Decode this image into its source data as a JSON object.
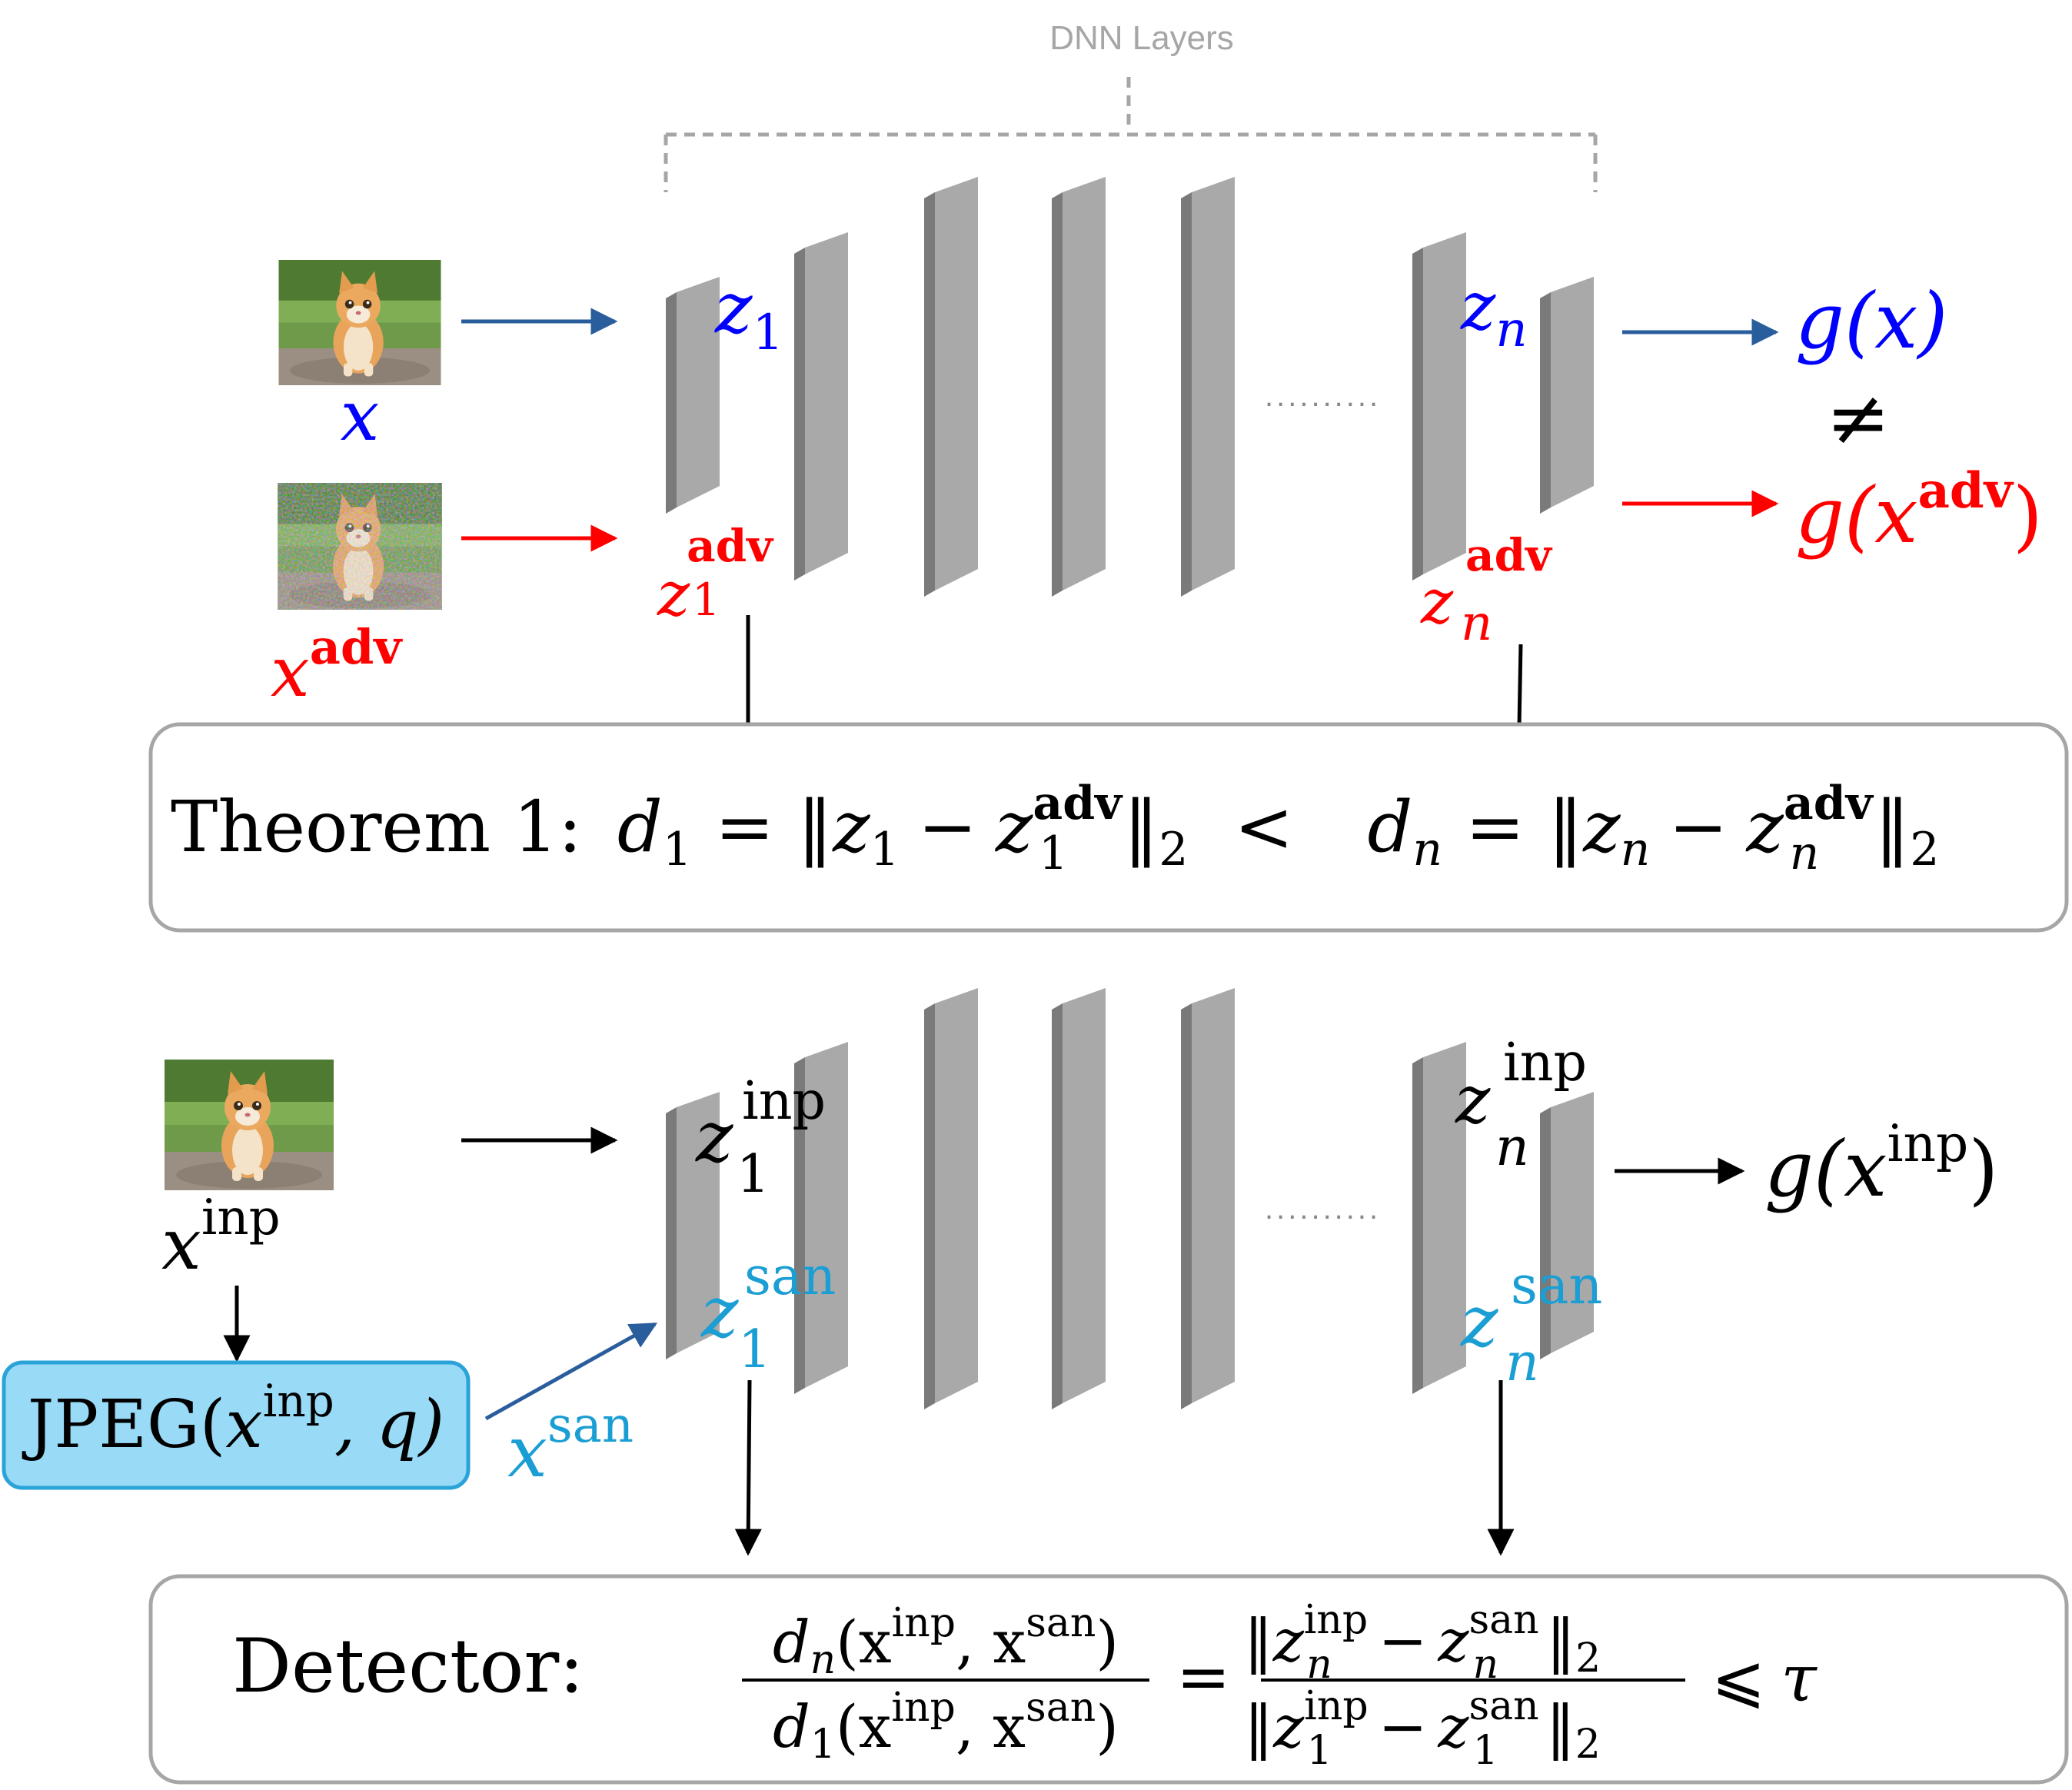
{
  "header": {
    "title": "DNN Layers"
  },
  "colors": {
    "blue": "#0000ff",
    "red": "#ff0000",
    "cyan": "#1a9ed4",
    "black": "#000000",
    "layer_front": "#a9a9a9",
    "layer_side": "#7a7a7a",
    "bracket": "#a6a6a6",
    "jpeg_fill": "#99daf6",
    "jpeg_stroke": "#2aa3d8",
    "arrow_blue": "#2a5d9c",
    "box_stroke": "#a6a6a6"
  },
  "icons": {
    "clean_image": "kitten-photo",
    "adv_image": "noisy-kitten-photo",
    "input_image": "kitten-photo"
  },
  "top": {
    "x_label": "x",
    "xadv_base": "x",
    "xadv_sup": "adv",
    "z1_base": "z",
    "z1_sub": "1",
    "zn_base": "z",
    "zn_sub": "n",
    "z1adv_sup": "adv",
    "znadv_sup": "adv",
    "dots": "..........",
    "gx": "g(x)",
    "neq": "≠",
    "gxadv_pre": "g(x",
    "gxadv_sup": "adv",
    "gxadv_post": ")"
  },
  "theorem": {
    "label": "Theorem 1:",
    "d1": "d",
    "d1_sub": "1",
    "eq": "=",
    "norm_open": "‖",
    "z": "z",
    "minus": "−",
    "adv": "adv",
    "norm_close": "‖",
    "two": "2",
    "lt": "<",
    "dn": "d",
    "n": "n",
    "one": "1"
  },
  "bottom": {
    "xinp_base": "x",
    "xinp_sup": "inp",
    "z1inp_sup": "inp",
    "zninp_sup": "inp",
    "z1san_sup": "san",
    "znsan_sup": "san",
    "xsan_base": "x",
    "xsan_sup": "san",
    "jpeg_pre": "JPEG(",
    "jpeg_x": "x",
    "jpeg_sup": "inp",
    "jpeg_post": ", q)",
    "ginp_pre": "g(x",
    "ginp_sup": "inp",
    "ginp_post": ")",
    "dots": ".........."
  },
  "detector": {
    "label": "Detector:",
    "num_left": "d",
    "num_left_sub": "n",
    "den_left": "d",
    "den_left_sub": "1",
    "args_pre": "(x",
    "inp": "inp",
    "comma": ", x",
    "san": "san",
    "args_post": ")",
    "eq": "=",
    "z": "z",
    "n": "n",
    "one": "1",
    "minus": "−",
    "two": "2",
    "leq": "⩽",
    "tau": "τ"
  }
}
